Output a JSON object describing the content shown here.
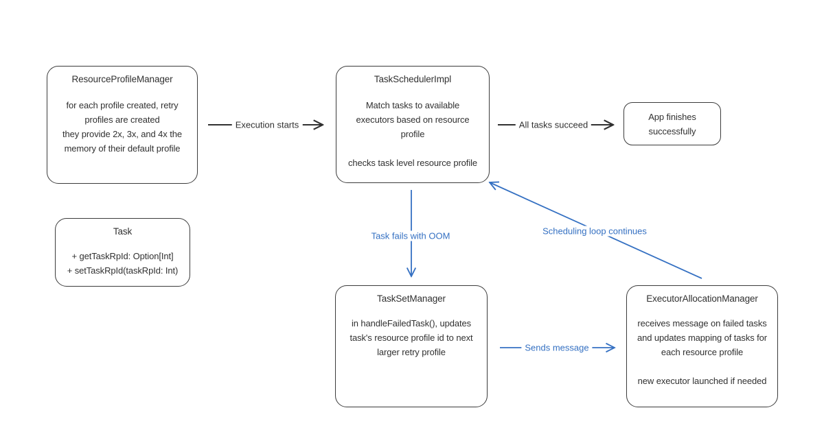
{
  "colors": {
    "ink": "#303030",
    "accent_blue": "#3470c2",
    "background": "#ffffff"
  },
  "nodes": {
    "resource_profile_manager": {
      "title": "ResourceProfileManager",
      "body": "for each profile created, retry\nprofiles are created\nthey provide 2x, 3x, and 4x the\nmemory of their default profile"
    },
    "task_scheduler_impl": {
      "title": "TaskSchedulerImpl",
      "body": "Match tasks to available\nexecutors based on resource\nprofile",
      "body2": "checks task level resource profile"
    },
    "app_finishes": {
      "body": "App finishes\nsuccessfully"
    },
    "task": {
      "title": "Task",
      "body": "+ getTaskRpId: Option[Int]\n+ setTaskRpId(taskRpId: Int)"
    },
    "task_set_manager": {
      "title": "TaskSetManager",
      "body": "in handleFailedTask(), updates\ntask's resource profile id to next\nlarger retry profile"
    },
    "executor_allocation_manager": {
      "title": "ExecutorAllocationManager",
      "body": "receives message on failed tasks\nand updates mapping of tasks for\neach resource profile",
      "body2": "new executor launched if needed"
    }
  },
  "edges": {
    "execution_starts": {
      "label": "Execution starts",
      "color": "#303030"
    },
    "all_tasks_succeed": {
      "label": "All tasks succeed",
      "color": "#303030"
    },
    "task_fails_oom": {
      "label": "Task fails with OOM",
      "color": "#3470c2"
    },
    "sends_message": {
      "label": "Sends message",
      "color": "#3470c2"
    },
    "scheduling_loop": {
      "label": "Scheduling loop continues",
      "color": "#3470c2"
    }
  }
}
